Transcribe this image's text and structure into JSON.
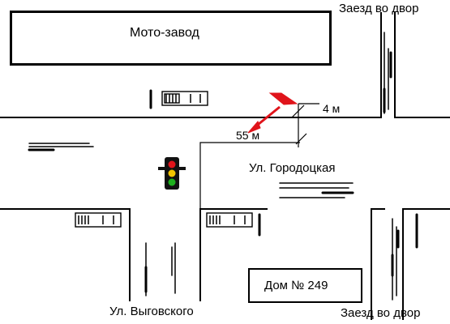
{
  "labels": {
    "factory": "Мото-завод",
    "yard_entrance_top": "Заезд во двор",
    "yard_entrance_bottom": "Заезд во двор",
    "street_main": "Ул. Городоцкая",
    "street_side": "Ул. Выговского",
    "house": "Дом № 249",
    "dist_long": "55 м",
    "dist_short": "4 м"
  },
  "colors": {
    "line": "#000000",
    "marker": "#e0141b",
    "light_body": "#111111",
    "light_red": "#e0141b",
    "light_yellow": "#f2c400",
    "light_green": "#1db01d"
  }
}
